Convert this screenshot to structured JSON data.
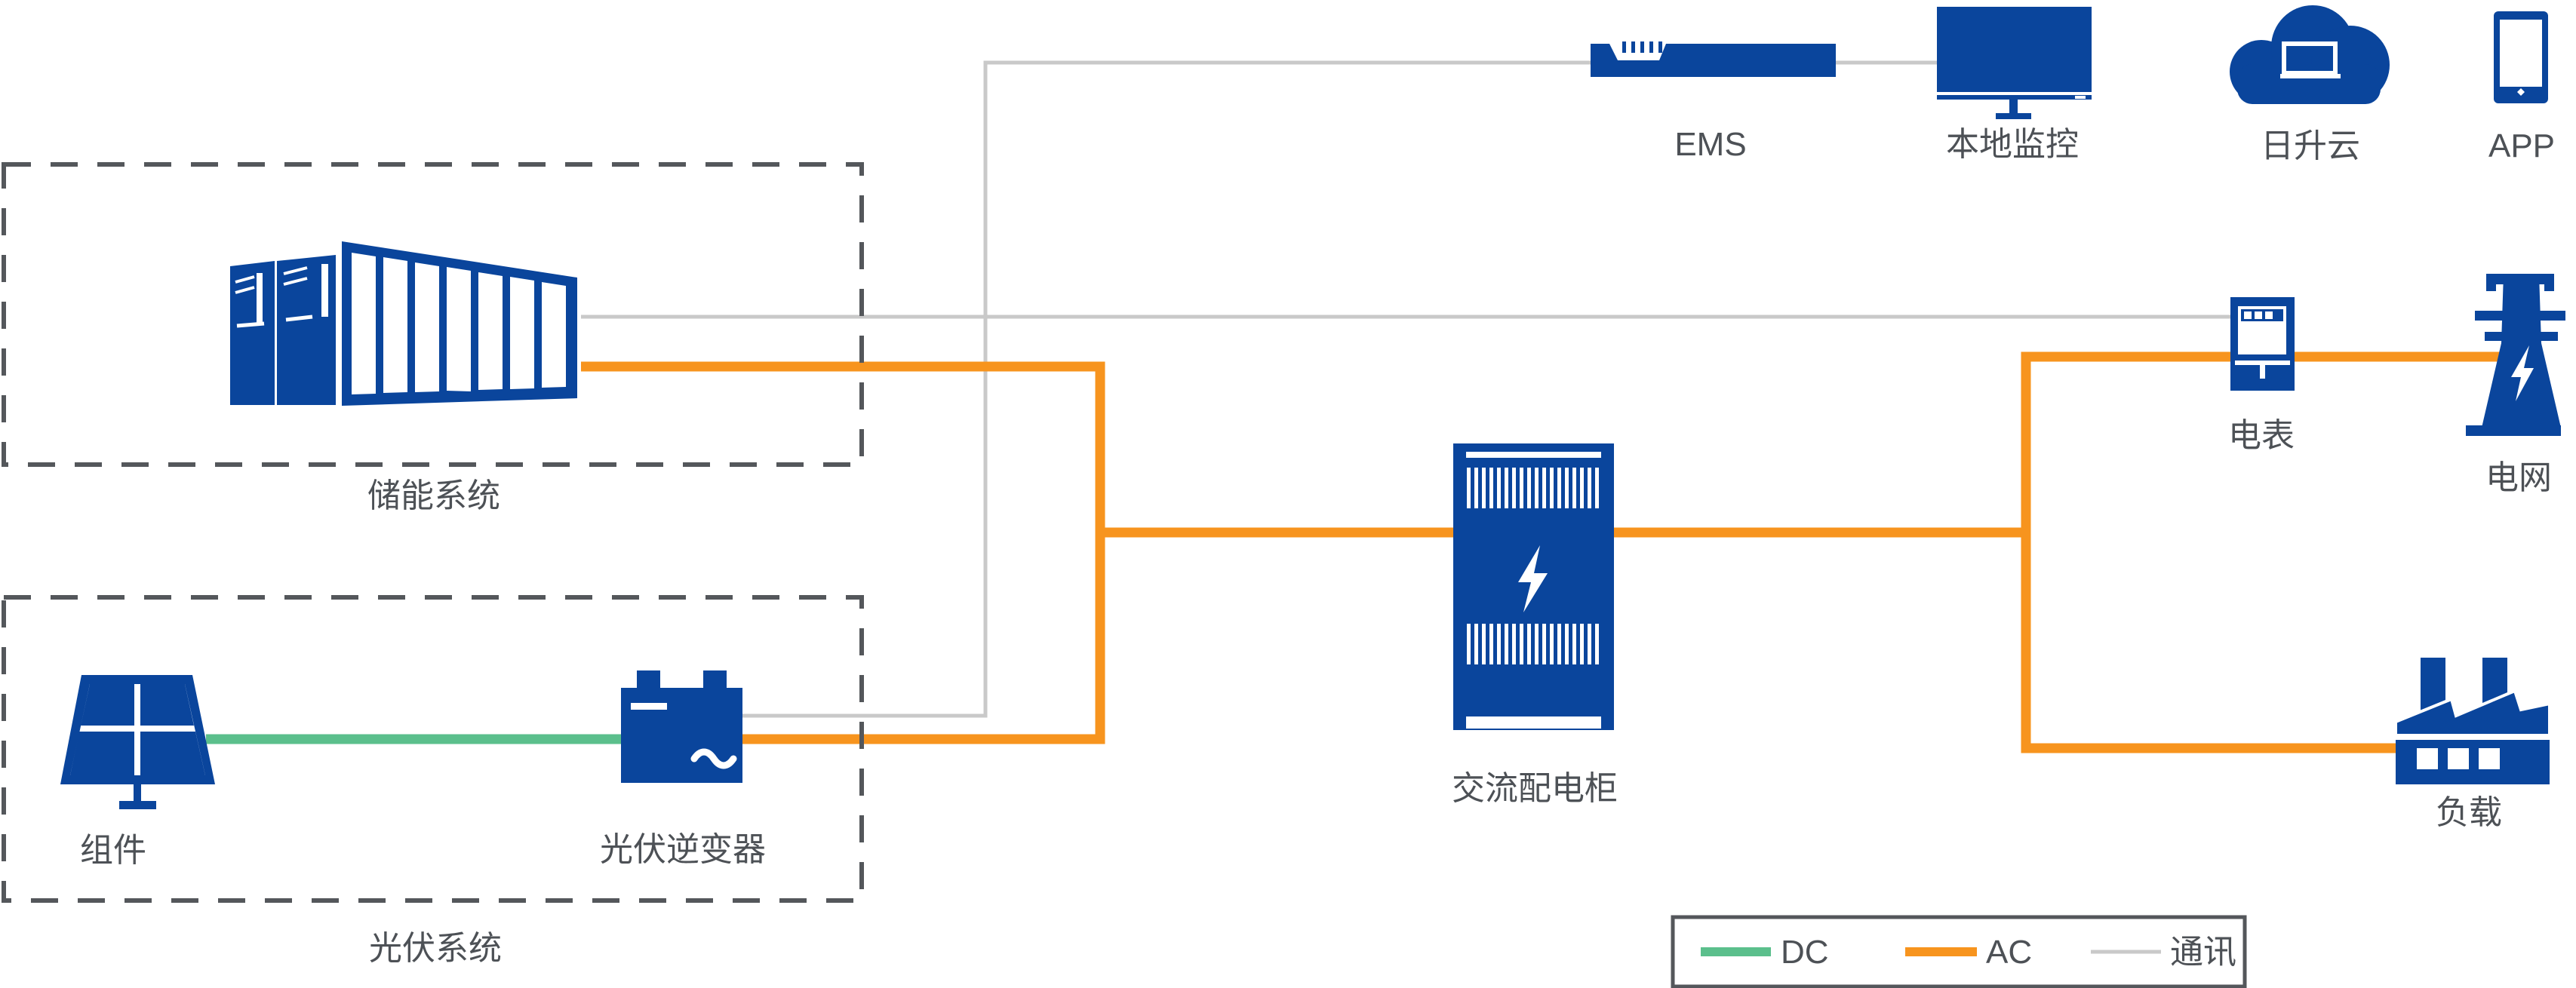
{
  "colors": {
    "blue": "#0a459c",
    "orange": "#f7941e",
    "green": "#5bbf8c",
    "comm": "#c9c9c9",
    "dash": "#54575b",
    "text": "#4d5156",
    "bg": "#ffffff"
  },
  "groups": {
    "storage": {
      "label": "储能系统"
    },
    "pv": {
      "label": "光伏系统"
    }
  },
  "nodes": {
    "pv_module": {
      "label": "组件"
    },
    "pv_inverter": {
      "label": "光伏逆变器"
    },
    "ac_cabinet": {
      "label": "交流配电柜"
    },
    "ems": {
      "label": "EMS"
    },
    "local_monitor": {
      "label": "本地监控"
    },
    "cloud": {
      "label": "日升云"
    },
    "app": {
      "label": "APP"
    },
    "meter": {
      "label": "电表"
    },
    "grid": {
      "label": "电网"
    },
    "load": {
      "label": "负载"
    }
  },
  "icons": [
    "battery-container-icon",
    "solar-panel-icon",
    "inverter-icon",
    "distribution-cabinet-icon",
    "lightning-icon",
    "ems-server-icon",
    "monitor-icon",
    "cloud-icon",
    "phone-icon",
    "meter-icon",
    "transmission-tower-icon",
    "factory-icon"
  ],
  "legend": {
    "items": [
      {
        "label": "DC",
        "color": "#5bbf8c"
      },
      {
        "label": "AC",
        "color": "#f7941e"
      },
      {
        "label": "通讯",
        "color": "#c9c9c9"
      }
    ]
  }
}
